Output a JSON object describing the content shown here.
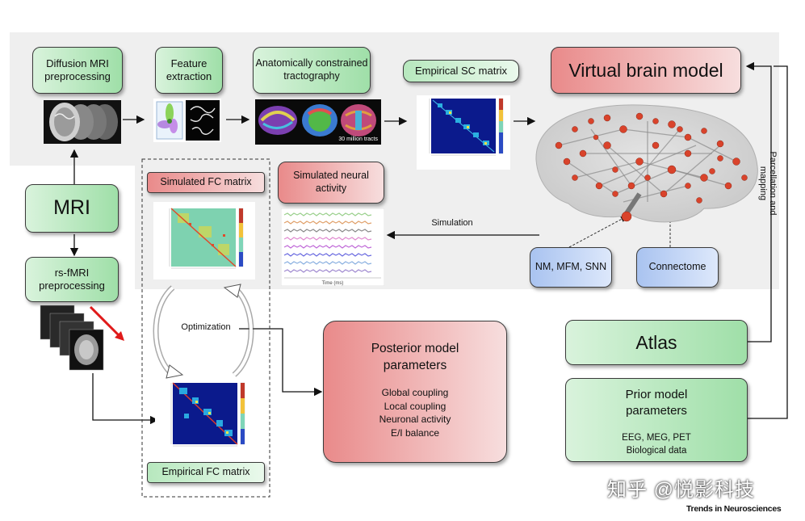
{
  "boxes": {
    "diffusion": "Diffusion MRI preprocessing",
    "feature": "Feature extraction",
    "tractography": "Anatomically constrained tractography",
    "empirical_sc": "Empirical SC matrix",
    "virtual_brain": "Virtual brain model",
    "mri": "MRI",
    "rsfmri": "rs-fMRI preprocessing",
    "simulated_fc": "Simulated FC matrix",
    "simulated_neural": "Simulated neural activity",
    "nm": "NM, MFM, SNN",
    "connectome": "Connectome",
    "empirical_fc": "Empirical FC matrix",
    "atlas": "Atlas",
    "posterior_title": "Posterior model parameters",
    "prior_title": "Prior model parameters"
  },
  "labels": {
    "simulation": "Simulation",
    "optimization": "Optimization",
    "parcellation": "Parcellation and mapping",
    "tracts": "30 million tracts",
    "time_axis": "Time (ms)"
  },
  "posterior_items": [
    "Global coupling",
    "Local coupling",
    "Neuronal activity",
    "E/I balance"
  ],
  "prior_items": [
    "EEG, MEG, PET",
    "Biological data"
  ],
  "footer": {
    "watermark": "知乎 @悦影科技",
    "source": "Trends in Neurosciences"
  },
  "colors": {
    "green": "#9fdfa8",
    "red": "#e98a8a",
    "blue": "#a9c3f0",
    "node": "#d9432b"
  }
}
